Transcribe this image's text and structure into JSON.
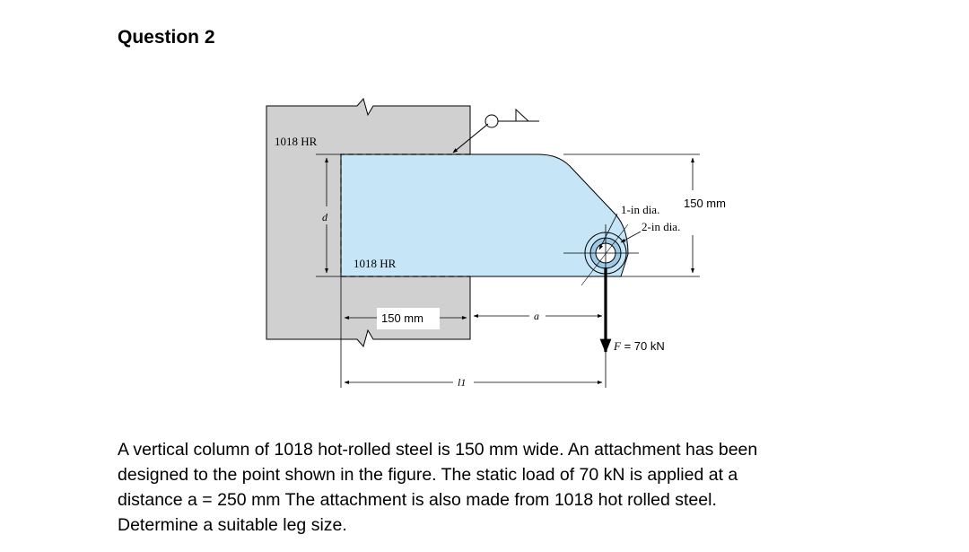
{
  "question_title": "Question 2",
  "figure": {
    "column_material_label": "1018 HR",
    "attachment_material_label": "1018 HR",
    "depth_label": "d",
    "pin_label": "1-in dia.",
    "bore_label": "2-in dia.",
    "height_label": "150 mm",
    "width_label": "150 mm",
    "offset_label": "a",
    "length_label": "l1",
    "force_label_var": "F",
    "force_label_eq": "= 70 kN"
  },
  "problem_text": {
    "line1": "A vertical column of 1018 hot-rolled steel is 150 mm wide. An attachment has been",
    "line2": "designed to the point shown in the figure. The static load of 70 kN is applied at a",
    "line3": "distance a = 250 mm The attachment is also made from 1018 hot rolled steel.",
    "line4": "Determine a suitable leg size."
  },
  "colors": {
    "column_fill": "#d0d0d0",
    "attachment_fill": "#c6e6f8",
    "line": "#000000"
  }
}
